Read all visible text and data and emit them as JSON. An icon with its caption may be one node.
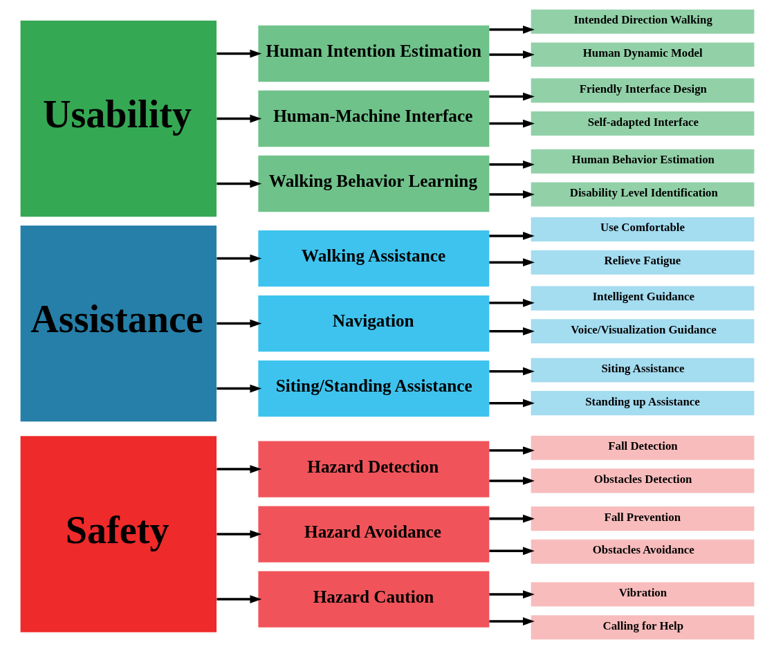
{
  "diagram": {
    "nodes": [
      {
        "text": [
          "Safety"
        ]
      },
      {
        "text": [
          "Hazard Detection"
        ]
      },
      {
        "text": [
          "Fall Detection"
        ]
      },
      {
        "text": [
          "Obstacles Detection"
        ]
      },
      {
        "text": [
          "Hazard Avoidance"
        ]
      },
      {
        "text": [
          "Fall Prevention"
        ]
      },
      {
        "text": [
          "Obstacles Avoidance"
        ]
      },
      {
        "text": [
          "Hazard Caution"
        ]
      },
      {
        "text": [
          "Vibration"
        ]
      },
      {
        "text": [
          "Calling for Help"
        ]
      },
      {
        "text": [
          "Assistance"
        ]
      },
      {
        "text": [
          "Walking Assistance"
        ]
      },
      {
        "text": [
          "Use Comfortable"
        ]
      },
      {
        "text": [
          "Relieve Fatigue"
        ]
      },
      {
        "text": [
          "Navigation"
        ]
      },
      {
        "text": [
          "Intelligent Guidance"
        ]
      },
      {
        "text": [
          "Voice/Visualization Guidance"
        ]
      },
      {
        "text": [
          "Siting/Standing Assistance"
        ]
      },
      {
        "text": [
          "Siting Assistance"
        ]
      },
      {
        "text": [
          "Standing up Assistance"
        ]
      },
      {
        "text": [
          "Usability"
        ]
      },
      {
        "text": [
          "Human Intention Estimation"
        ]
      },
      {
        "text": [
          "Intended Direction Walking"
        ]
      },
      {
        "text": [
          "Human Dynamic Model"
        ]
      },
      {
        "text": [
          "Human-Machine Interface"
        ]
      },
      {
        "text": [
          "Friendly Interface Design"
        ]
      },
      {
        "text": [
          "Self-adapted Interface"
        ]
      },
      {
        "text": [
          "Walking Behavior Learning"
        ]
      },
      {
        "text": [
          "Human Behavior Estimation"
        ]
      },
      {
        "text": [
          "Disability Level Identification"
        ]
      }
    ],
    "edges": [
      {
        "from": 0,
        "to": 1,
        "arrow": "to"
      },
      {
        "from": 0,
        "to": 4,
        "arrow": "to"
      },
      {
        "from": 0,
        "to": 7,
        "arrow": "to"
      },
      {
        "from": 1,
        "to": 2,
        "arrow": "to"
      },
      {
        "from": 1,
        "to": 3,
        "arrow": "to"
      },
      {
        "from": 4,
        "to": 5,
        "arrow": "to"
      },
      {
        "from": 4,
        "to": 6,
        "arrow": "to"
      },
      {
        "from": 7,
        "to": 8,
        "arrow": "to"
      },
      {
        "from": 7,
        "to": 9,
        "arrow": "to"
      },
      {
        "from": 10,
        "to": 11,
        "arrow": "to"
      },
      {
        "from": 10,
        "to": 14,
        "arrow": "to"
      },
      {
        "from": 10,
        "to": 17,
        "arrow": "to"
      },
      {
        "from": 11,
        "to": 12,
        "arrow": "to"
      },
      {
        "from": 11,
        "to": 13,
        "arrow": "to"
      },
      {
        "from": 14,
        "to": 15,
        "arrow": "to"
      },
      {
        "from": 14,
        "to": 16,
        "arrow": "to"
      },
      {
        "from": 17,
        "to": 18,
        "arrow": "to"
      },
      {
        "from": 17,
        "to": 19,
        "arrow": "to"
      },
      {
        "from": 20,
        "to": 21,
        "arrow": "to"
      },
      {
        "from": 20,
        "to": 24,
        "arrow": "to"
      },
      {
        "from": 20,
        "to": 27,
        "arrow": "to"
      },
      {
        "from": 21,
        "to": 22,
        "arrow": "to"
      },
      {
        "from": 21,
        "to": 23,
        "arrow": "to"
      },
      {
        "from": 24,
        "to": 25,
        "arrow": "to"
      },
      {
        "from": 24,
        "to": 26,
        "arrow": "to"
      },
      {
        "from": 27,
        "to": 28,
        "arrow": "to"
      },
      {
        "from": 27,
        "to": 29,
        "arrow": "to"
      }
    ]
  }
}
